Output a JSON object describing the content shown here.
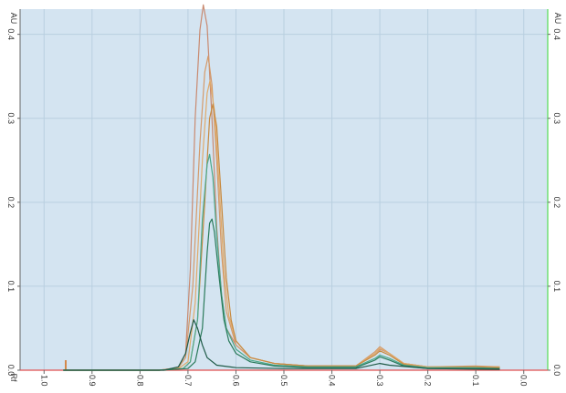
{
  "chart_data": {
    "type": "line",
    "x_axis_label": "Rf",
    "y_axis_label": "AU",
    "xlim": [
      1.05,
      -0.05
    ],
    "ylim": [
      0.0,
      0.43
    ],
    "x_ticks": [
      1.0,
      0.9,
      0.8,
      0.7,
      0.6,
      0.5,
      0.4,
      0.3,
      0.2,
      0.1,
      0.0
    ],
    "x_tick_labels": [
      "1.0",
      "0.9",
      "0.8",
      "0.7",
      "0.6",
      "0.5",
      "0.4",
      "0.3",
      "0.2",
      "0.1",
      "0.0"
    ],
    "y_ticks": [
      0.0,
      0.1,
      0.2,
      0.3,
      0.4
    ],
    "y_tick_labels": [
      "0.0",
      "0.1",
      "0.2",
      "0.3",
      "0.4"
    ],
    "grid": true,
    "legend": "none",
    "colors": {
      "plot_background": "#d4e4f1",
      "grid": "#b9cfe0",
      "right_axis": "#55dd55",
      "baseline": "#e05050",
      "start_marker": "#d4884a"
    },
    "series": [
      {
        "color": "#c98a70",
        "points": [
          [
            0.96,
            0.0
          ],
          [
            0.76,
            0.0
          ],
          [
            0.72,
            0.003
          ],
          [
            0.705,
            0.02
          ],
          [
            0.695,
            0.12
          ],
          [
            0.685,
            0.3
          ],
          [
            0.675,
            0.405
          ],
          [
            0.668,
            0.435
          ],
          [
            0.66,
            0.41
          ],
          [
            0.65,
            0.3
          ],
          [
            0.64,
            0.17
          ],
          [
            0.63,
            0.09
          ],
          [
            0.62,
            0.05
          ],
          [
            0.6,
            0.03
          ],
          [
            0.57,
            0.015
          ],
          [
            0.52,
            0.008
          ],
          [
            0.45,
            0.005
          ],
          [
            0.35,
            0.005
          ],
          [
            0.31,
            0.02
          ],
          [
            0.3,
            0.025
          ],
          [
            0.28,
            0.02
          ],
          [
            0.25,
            0.008
          ],
          [
            0.2,
            0.004
          ],
          [
            0.1,
            0.004
          ],
          [
            0.05,
            0.004
          ]
        ]
      },
      {
        "color": "#d49a6a",
        "points": [
          [
            0.96,
            0.0
          ],
          [
            0.76,
            0.0
          ],
          [
            0.72,
            0.003
          ],
          [
            0.705,
            0.015
          ],
          [
            0.69,
            0.1
          ],
          [
            0.675,
            0.27
          ],
          [
            0.665,
            0.355
          ],
          [
            0.658,
            0.374
          ],
          [
            0.65,
            0.34
          ],
          [
            0.64,
            0.25
          ],
          [
            0.63,
            0.14
          ],
          [
            0.62,
            0.07
          ],
          [
            0.6,
            0.03
          ],
          [
            0.57,
            0.015
          ],
          [
            0.52,
            0.008
          ],
          [
            0.45,
            0.005
          ],
          [
            0.35,
            0.005
          ],
          [
            0.31,
            0.022
          ],
          [
            0.3,
            0.028
          ],
          [
            0.28,
            0.02
          ],
          [
            0.25,
            0.008
          ],
          [
            0.2,
            0.004
          ],
          [
            0.1,
            0.005
          ],
          [
            0.05,
            0.004
          ]
        ]
      },
      {
        "color": "#e0aa6a",
        "points": [
          [
            0.96,
            0.0
          ],
          [
            0.76,
            0.0
          ],
          [
            0.72,
            0.002
          ],
          [
            0.7,
            0.01
          ],
          [
            0.685,
            0.08
          ],
          [
            0.67,
            0.25
          ],
          [
            0.66,
            0.33
          ],
          [
            0.654,
            0.345
          ],
          [
            0.645,
            0.31
          ],
          [
            0.635,
            0.22
          ],
          [
            0.625,
            0.12
          ],
          [
            0.615,
            0.065
          ],
          [
            0.6,
            0.035
          ],
          [
            0.57,
            0.015
          ],
          [
            0.52,
            0.008
          ],
          [
            0.45,
            0.005
          ],
          [
            0.35,
            0.005
          ],
          [
            0.31,
            0.02
          ],
          [
            0.3,
            0.026
          ],
          [
            0.28,
            0.02
          ],
          [
            0.25,
            0.008
          ],
          [
            0.2,
            0.004
          ],
          [
            0.1,
            0.004
          ],
          [
            0.05,
            0.004
          ]
        ]
      },
      {
        "color": "#c88a40",
        "points": [
          [
            0.96,
            0.0
          ],
          [
            0.76,
            0.0
          ],
          [
            0.71,
            0.002
          ],
          [
            0.695,
            0.01
          ],
          [
            0.68,
            0.06
          ],
          [
            0.665,
            0.2
          ],
          [
            0.655,
            0.3
          ],
          [
            0.648,
            0.317
          ],
          [
            0.64,
            0.29
          ],
          [
            0.63,
            0.2
          ],
          [
            0.62,
            0.11
          ],
          [
            0.61,
            0.06
          ],
          [
            0.6,
            0.035
          ],
          [
            0.57,
            0.015
          ],
          [
            0.52,
            0.008
          ],
          [
            0.45,
            0.005
          ],
          [
            0.35,
            0.005
          ],
          [
            0.31,
            0.018
          ],
          [
            0.3,
            0.023
          ],
          [
            0.28,
            0.018
          ],
          [
            0.25,
            0.007
          ],
          [
            0.2,
            0.003
          ],
          [
            0.1,
            0.004
          ],
          [
            0.05,
            0.003
          ]
        ]
      },
      {
        "color": "#4aa88a",
        "points": [
          [
            0.96,
            0.0
          ],
          [
            0.76,
            0.0
          ],
          [
            0.71,
            0.002
          ],
          [
            0.695,
            0.01
          ],
          [
            0.68,
            0.06
          ],
          [
            0.67,
            0.18
          ],
          [
            0.66,
            0.245
          ],
          [
            0.655,
            0.257
          ],
          [
            0.648,
            0.23
          ],
          [
            0.64,
            0.16
          ],
          [
            0.63,
            0.09
          ],
          [
            0.62,
            0.05
          ],
          [
            0.6,
            0.025
          ],
          [
            0.57,
            0.012
          ],
          [
            0.52,
            0.006
          ],
          [
            0.45,
            0.004
          ],
          [
            0.35,
            0.004
          ],
          [
            0.31,
            0.014
          ],
          [
            0.3,
            0.018
          ],
          [
            0.28,
            0.014
          ],
          [
            0.25,
            0.006
          ],
          [
            0.2,
            0.003
          ],
          [
            0.1,
            0.003
          ],
          [
            0.05,
            0.002
          ]
        ]
      },
      {
        "color": "#2a7a5a",
        "points": [
          [
            0.96,
            0.0
          ],
          [
            0.76,
            0.0
          ],
          [
            0.7,
            0.002
          ],
          [
            0.685,
            0.01
          ],
          [
            0.67,
            0.05
          ],
          [
            0.66,
            0.14
          ],
          [
            0.655,
            0.175
          ],
          [
            0.65,
            0.18
          ],
          [
            0.645,
            0.165
          ],
          [
            0.635,
            0.11
          ],
          [
            0.625,
            0.06
          ],
          [
            0.615,
            0.035
          ],
          [
            0.6,
            0.02
          ],
          [
            0.57,
            0.01
          ],
          [
            0.52,
            0.005
          ],
          [
            0.45,
            0.003
          ],
          [
            0.35,
            0.003
          ],
          [
            0.31,
            0.012
          ],
          [
            0.3,
            0.016
          ],
          [
            0.28,
            0.012
          ],
          [
            0.25,
            0.005
          ],
          [
            0.2,
            0.002
          ],
          [
            0.1,
            0.002
          ],
          [
            0.05,
            0.002
          ]
        ]
      },
      {
        "color": "#1f5a48",
        "points": [
          [
            0.96,
            0.0
          ],
          [
            0.75,
            0.0
          ],
          [
            0.72,
            0.004
          ],
          [
            0.705,
            0.02
          ],
          [
            0.695,
            0.045
          ],
          [
            0.688,
            0.06
          ],
          [
            0.68,
            0.05
          ],
          [
            0.67,
            0.03
          ],
          [
            0.66,
            0.015
          ],
          [
            0.64,
            0.006
          ],
          [
            0.6,
            0.003
          ],
          [
            0.5,
            0.002
          ],
          [
            0.35,
            0.002
          ],
          [
            0.3,
            0.008
          ],
          [
            0.28,
            0.006
          ],
          [
            0.2,
            0.002
          ],
          [
            0.05,
            0.001
          ]
        ]
      }
    ]
  }
}
